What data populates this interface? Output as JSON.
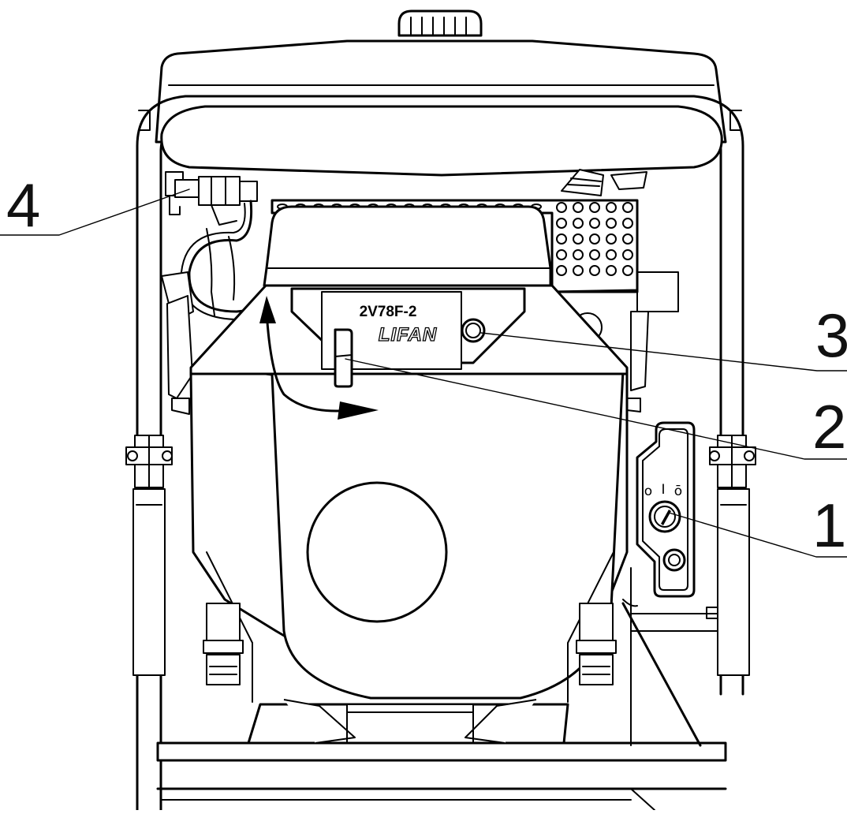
{
  "figure": {
    "engine_model_label": "2V78F-2",
    "brand_label": "LIFAN"
  },
  "callouts": [
    {
      "number": "4"
    },
    {
      "number": "3"
    },
    {
      "number": "2"
    },
    {
      "number": "1"
    }
  ],
  "ignition_symbols": {
    "off": "o",
    "on": "I",
    "start": "ō"
  }
}
